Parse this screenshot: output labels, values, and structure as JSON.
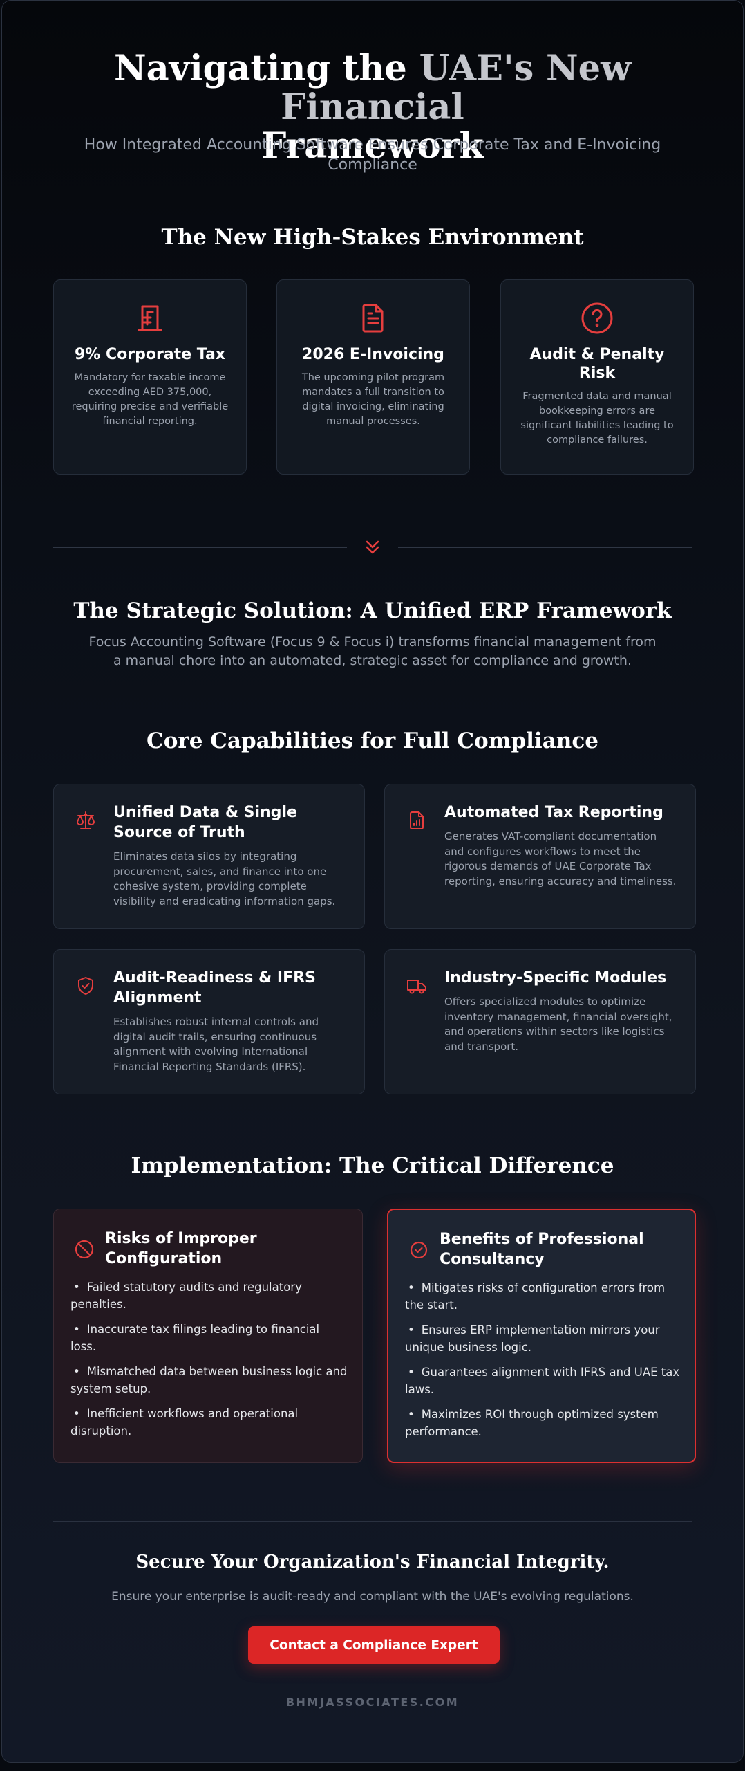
{
  "hero": {
    "title_part1": "Navigating the ",
    "title_part2": "UAE's New Financial",
    "title_part3": "Framework",
    "subtitle": "How Integrated Accounting Software Ensures Corporate Tax and E-Invoicing Compliance"
  },
  "environment": {
    "heading": "The New High-Stakes Environment",
    "cards": [
      {
        "icon": "bill-icon",
        "title": "9% Corporate Tax",
        "text": "Mandatory for taxable income exceeding AED 375,000, requiring precise and verifiable financial reporting."
      },
      {
        "icon": "document-icon",
        "title": "2026 E-Invoicing",
        "text": "The upcoming pilot program mandates a full transition to digital invoicing, eliminating manual processes."
      },
      {
        "icon": "question-icon",
        "title": "Audit & Penalty Risk",
        "text": "Fragmented data and manual bookkeeping errors are significant liabilities leading to compliance failures."
      }
    ]
  },
  "solution": {
    "heading": "The Strategic Solution: A Unified ERP Framework",
    "text": "Focus Accounting Software (Focus 9 & Focus i) transforms financial management from a manual chore into an automated, strategic asset for compliance and growth."
  },
  "capabilities": {
    "heading": "Core Capabilities for Full Compliance",
    "items": [
      {
        "icon": "scale-icon",
        "title": "Unified Data & Single Source of Truth",
        "text": "Eliminates data silos by integrating procurement, sales, and finance into one cohesive system, providing complete visibility and eradicating information gaps."
      },
      {
        "icon": "report-icon",
        "title": "Automated Tax Reporting",
        "text": "Generates VAT-compliant documentation and configures workflows to meet the rigorous demands of UAE Corporate Tax reporting, ensuring accuracy and timeliness."
      },
      {
        "icon": "shield-check-icon",
        "title": "Audit-Readiness & IFRS Alignment",
        "text": "Establishes robust internal controls and digital audit trails, ensuring continuous alignment with evolving International Financial Reporting Standards (IFRS)."
      },
      {
        "icon": "truck-icon",
        "title": "Industry-Specific Modules",
        "text": "Offers specialized modules to optimize inventory management, financial oversight, and operations within sectors like logistics and transport."
      }
    ]
  },
  "implementation": {
    "heading": "Implementation: The Critical Difference",
    "risks": {
      "icon": "ban-icon",
      "title": "Risks of Improper Configuration",
      "items": [
        "Failed statutory audits and regulatory penalties.",
        "Inaccurate tax filings leading to financial loss.",
        "Mismatched data between business logic and system setup.",
        "Inefficient workflows and operational disruption."
      ]
    },
    "benefits": {
      "icon": "check-circle-icon",
      "title": "Benefits of Professional Consultancy",
      "items": [
        "Mitigates risks of configuration errors from the start.",
        "Ensures ERP implementation mirrors your unique business logic.",
        "Guarantees alignment with IFRS and UAE tax laws.",
        "Maximizes ROI through optimized system performance."
      ]
    }
  },
  "cta": {
    "heading": "Secure Your Organization's Financial Integrity.",
    "text": "Ensure your enterprise is audit-ready and compliant with the UAE's evolving regulations.",
    "button": "Contact a Compliance Expert"
  },
  "footer": "BHMJASSOCIATES.COM",
  "colors": {
    "accent": "#dc2626",
    "background": "#0a0e16",
    "card": "#121821"
  }
}
